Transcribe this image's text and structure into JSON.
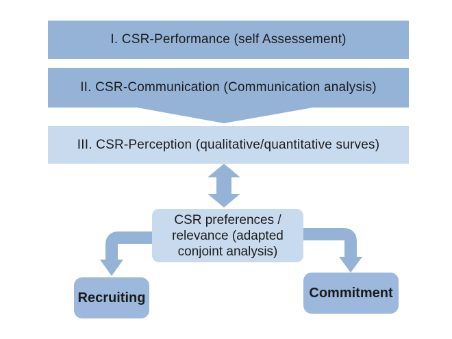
{
  "colors": {
    "box_medium_blue": "#95b3d7",
    "box_light_blue": "#c8daee",
    "outcome_blue": "#9cb8dc",
    "arrow_blue": "#95b3d7",
    "text": "#1b1b1b",
    "background": "#ffffff"
  },
  "diagram": {
    "steps": [
      {
        "label": "I. CSR-Performance (self Assessement)"
      },
      {
        "label": "II. CSR-Communication (Communication analysis)"
      },
      {
        "label": "III. CSR-Perception (qualitative/quantitative surves)"
      }
    ],
    "analysis": {
      "lines": [
        "CSR preferences /",
        "relevance (adapted",
        "conjoint analysis)"
      ]
    },
    "outcomes": [
      {
        "label": "Recruiting"
      },
      {
        "label": "Commitment"
      }
    ],
    "connectors": [
      {
        "name": "double-headed-arrow",
        "between": [
          "step-3",
          "analysis-box"
        ]
      },
      {
        "name": "elbow-arrow-left",
        "between": [
          "analysis-box",
          "Recruiting"
        ]
      },
      {
        "name": "elbow-arrow-right",
        "between": [
          "analysis-box",
          "Commitment"
        ]
      }
    ]
  }
}
